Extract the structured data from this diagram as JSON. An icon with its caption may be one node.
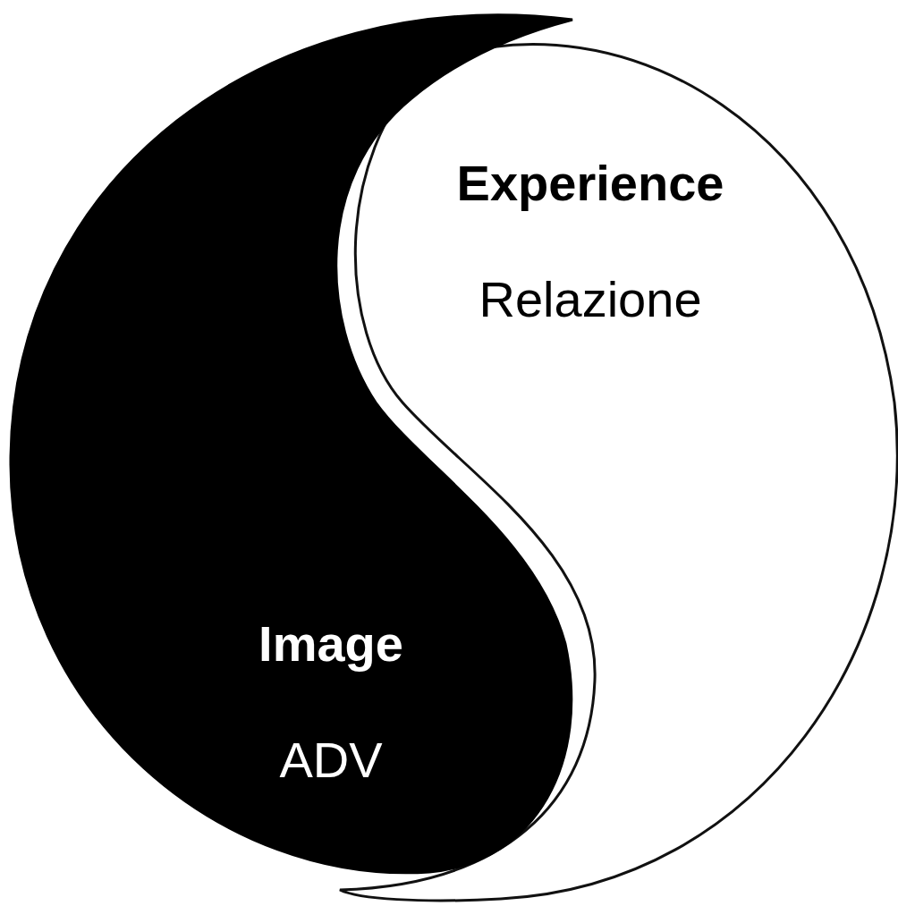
{
  "diagram": {
    "nodes": [
      {
        "text": [
          "Experience",
          "Relazione"
        ]
      },
      {
        "text": [
          "Image",
          "ADV"
        ]
      }
    ]
  }
}
